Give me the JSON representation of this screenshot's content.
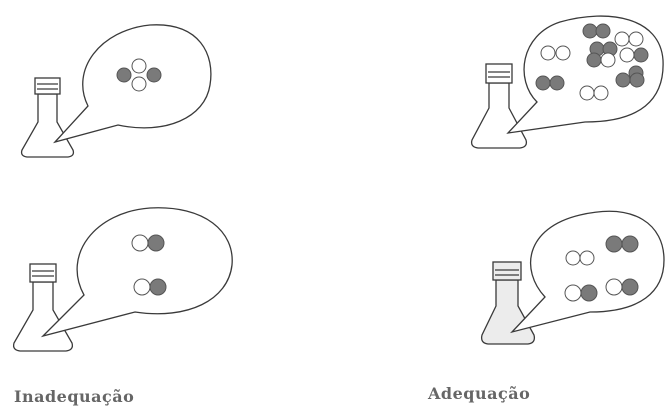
{
  "captions": {
    "left": "Inadequação",
    "right": "Adequação"
  },
  "colors": {
    "outline": "#3a3a3a",
    "filled_particle": "#7a7a7a",
    "empty_particle": "#ffffff",
    "caption_text": "#666666"
  },
  "panels": [
    {
      "id": "top-left",
      "group": "Inadequação",
      "particle_groups": 1
    },
    {
      "id": "bottom-left",
      "group": "Inadequação",
      "particle_groups": 2
    },
    {
      "id": "top-right",
      "group": "Adequação",
      "particle_groups": 11
    },
    {
      "id": "bottom-right",
      "group": "Adequação",
      "particle_groups": 4
    }
  ]
}
